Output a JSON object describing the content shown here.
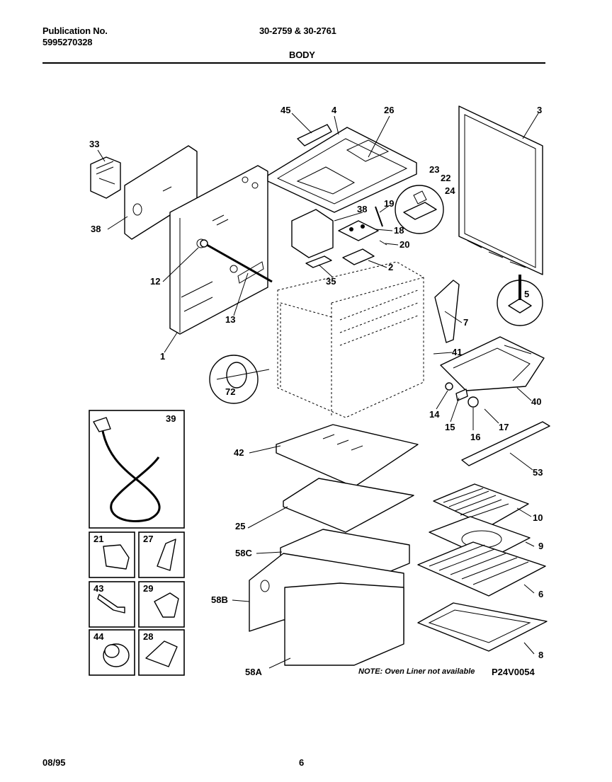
{
  "header": {
    "publication_label": "Publication No.",
    "publication_number": "5995270328",
    "model_numbers": "30-2759 & 30-2761",
    "section_title": "BODY"
  },
  "callouts": {
    "c45": "45",
    "c4": "4",
    "c26": "26",
    "c3": "3",
    "c33": "33",
    "c23": "23",
    "c22": "22",
    "c24": "24",
    "c38a": "38",
    "c38b": "38",
    "c19": "19",
    "c18": "18",
    "c20": "20",
    "c2": "2",
    "c12": "12",
    "c35": "35",
    "c5": "5",
    "c13": "13",
    "c1": "1",
    "c7": "7",
    "c41": "41",
    "c72": "72",
    "c40": "40",
    "c14": "14",
    "c15": "15",
    "c16": "16",
    "c17": "17",
    "c39": "39",
    "c42": "42",
    "c53": "53",
    "c10": "10",
    "c25": "25",
    "c9": "9",
    "c58c": "58C",
    "c6": "6",
    "c58b": "58B",
    "c8": "8",
    "c58a": "58A",
    "box21": "21",
    "box27": "27",
    "box43": "43",
    "box29": "29",
    "box44": "44",
    "box28": "28"
  },
  "note": "NOTE: Oven Liner not available",
  "drawing_code": "P24V0054",
  "footer": {
    "date": "08/95",
    "page": "6"
  }
}
